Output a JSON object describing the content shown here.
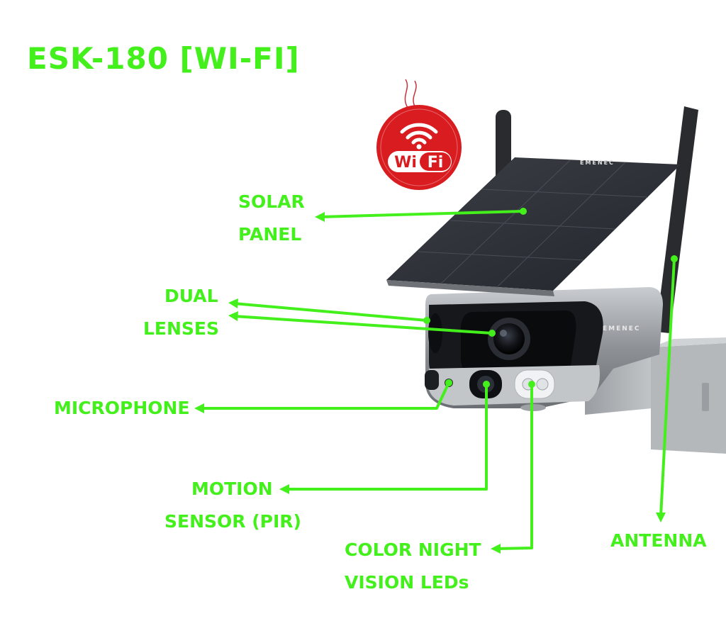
{
  "title": "ESK-180 [WI-FI]",
  "accent_color": "#44f01c",
  "wifi_badge": {
    "text_wi": "Wi",
    "text_fi": "Fi",
    "color": "#d81c20"
  },
  "brand_mark": "EMENEC",
  "labels": {
    "solar_panel": [
      "SOLAR",
      "PANEL"
    ],
    "dual_lenses": [
      "DUAL",
      "LENSES"
    ],
    "microphone": [
      "MICROPHONE"
    ],
    "motion_sensor": [
      "MOTION",
      "SENSOR (PIR)"
    ],
    "night_vision": [
      "COLOR NIGHT",
      "VISION LEDs"
    ],
    "antenna": [
      "ANTENNA"
    ]
  }
}
